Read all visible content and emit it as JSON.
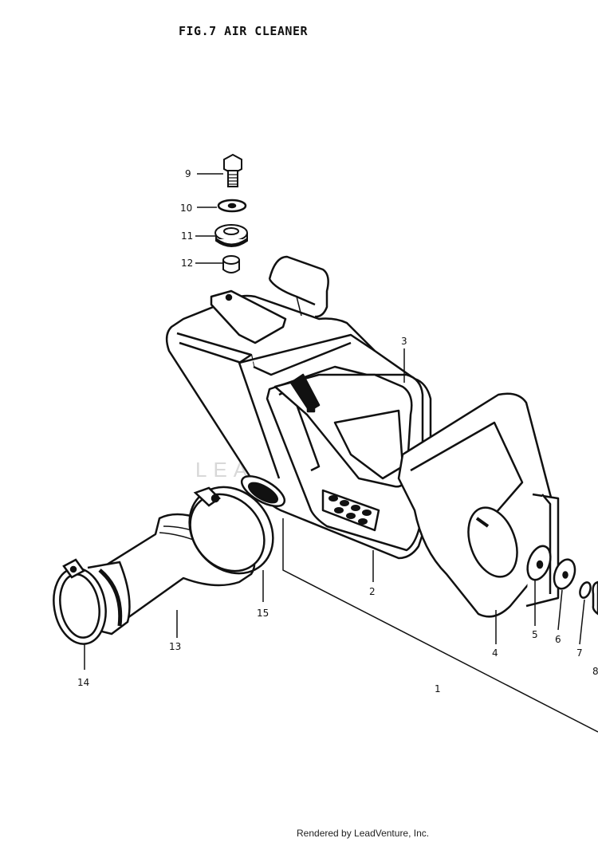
{
  "figure": {
    "title": "FIG.7  AIR CLEANER",
    "footer": "Rendered by LeadVenture, Inc.",
    "watermark": "LEADVENTURE"
  },
  "callouts": [
    {
      "id": "1",
      "label": "1",
      "part": "air-cleaner-assembly"
    },
    {
      "id": "2",
      "label": "2",
      "part": "air-cleaner-case"
    },
    {
      "id": "3",
      "label": "3",
      "part": "element"
    },
    {
      "id": "4",
      "label": "4",
      "part": "cap"
    },
    {
      "id": "5",
      "label": "5",
      "part": "seal"
    },
    {
      "id": "6",
      "label": "6",
      "part": "washer"
    },
    {
      "id": "7",
      "label": "7",
      "part": "washer-small"
    },
    {
      "id": "8",
      "label": "8",
      "part": "nut"
    },
    {
      "id": "9",
      "label": "9",
      "part": "bolt"
    },
    {
      "id": "10",
      "label": "10",
      "part": "washer"
    },
    {
      "id": "11",
      "label": "11",
      "part": "cushion"
    },
    {
      "id": "12",
      "label": "12",
      "part": "spacer"
    },
    {
      "id": "13",
      "label": "13",
      "part": "intake-pipe"
    },
    {
      "id": "14",
      "label": "14",
      "part": "clamp"
    },
    {
      "id": "15",
      "label": "15",
      "part": "clamp"
    }
  ],
  "colors": {
    "ink": "#111111",
    "paper": "#ffffff",
    "watermark": "#d8d8d8"
  }
}
